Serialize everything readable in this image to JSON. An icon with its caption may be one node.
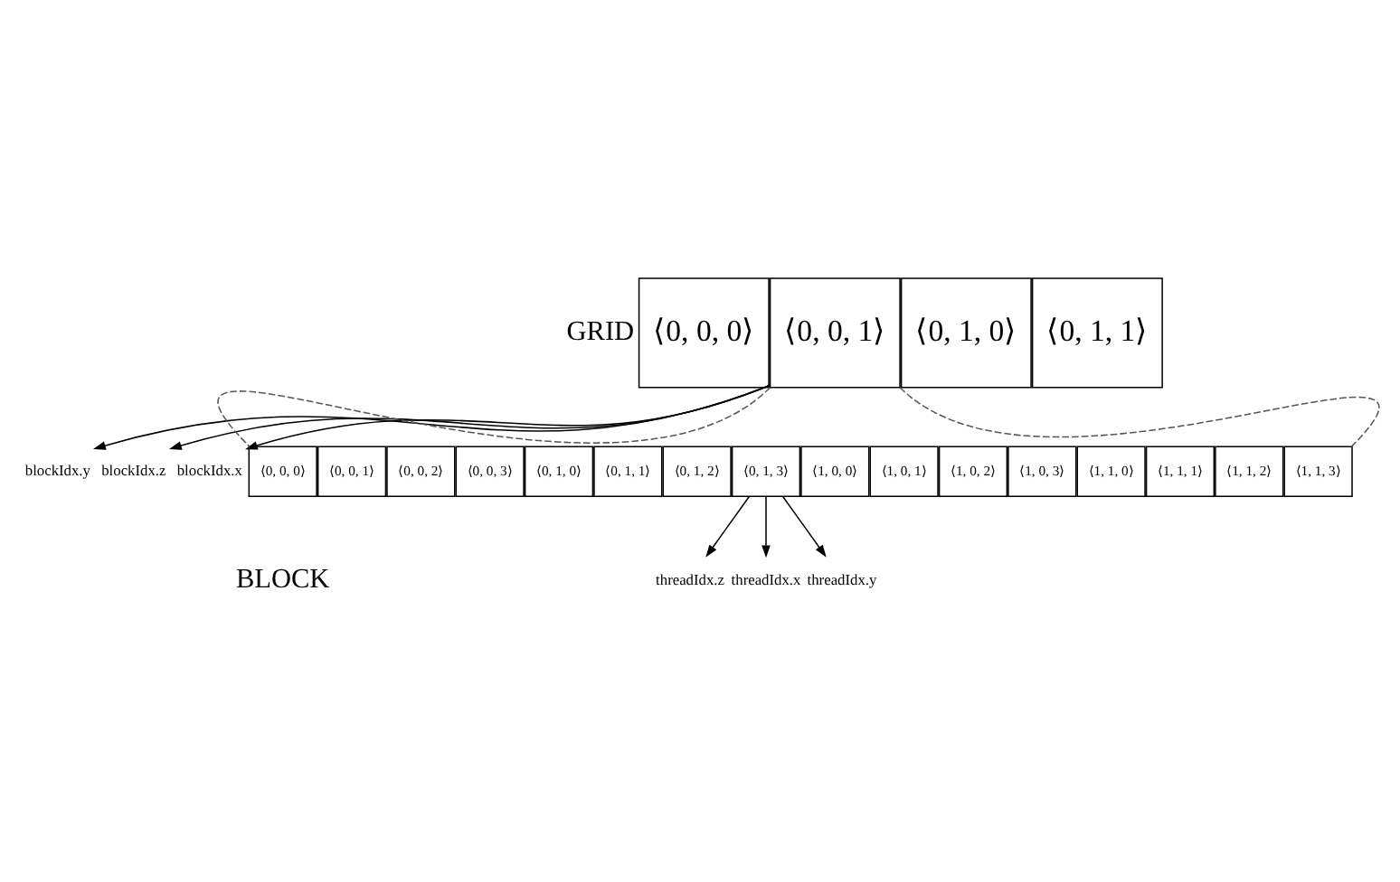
{
  "diagram": {
    "nodes": [
      {
        "text": [
          "blockIdx.y"
        ]
      },
      {
        "text": [
          "blockIdx.z"
        ]
      },
      {
        "text": [
          "blockIdx.x"
        ]
      },
      {
        "text": [
          "⟨0, 0, 0⟩"
        ]
      },
      {
        "text": [
          "⟨0, 0, 1⟩"
        ]
      },
      {
        "text": [
          "⟨0, 1, 0⟩"
        ]
      },
      {
        "text": [
          "⟨0, 1, 1⟩"
        ]
      },
      {
        "text": [
          "⟨0, 0, 0⟩"
        ]
      },
      {
        "text": [
          "⟨0, 0, 1⟩"
        ]
      },
      {
        "text": [
          "⟨0, 0, 2⟩"
        ]
      },
      {
        "text": [
          "⟨0, 0, 3⟩"
        ]
      },
      {
        "text": [
          "⟨0, 1, 0⟩"
        ]
      },
      {
        "text": [
          "⟨0, 1, 1⟩"
        ]
      },
      {
        "text": [
          "⟨0, 1, 2⟩"
        ]
      },
      {
        "text": [
          "⟨0, 1, 3⟩"
        ]
      },
      {
        "text": [
          "⟨1, 0, 0⟩"
        ]
      },
      {
        "text": [
          "⟨1, 0, 1⟩"
        ]
      },
      {
        "text": [
          "⟨1, 0, 2⟩"
        ]
      },
      {
        "text": [
          "⟨1, 0, 3⟩"
        ]
      },
      {
        "text": [
          "⟨1, 1, 0⟩"
        ]
      },
      {
        "text": [
          "⟨1, 1, 1⟩"
        ]
      },
      {
        "text": [
          "⟨1, 1, 2⟩"
        ]
      },
      {
        "text": [
          "⟨1, 1, 3⟩"
        ]
      },
      {
        "text": [
          "threadIdx.z"
        ]
      },
      {
        "text": [
          "threadIdx.x"
        ]
      },
      {
        "text": [
          "threadIdx.y"
        ]
      }
    ],
    "edges": [
      {
        "from": 4,
        "to": 1,
        "arrow": "to"
      },
      {
        "from": 4,
        "to": 0,
        "arrow": "to"
      },
      {
        "from": 4,
        "to": 2,
        "arrow": "to"
      },
      {
        "from": 4,
        "to": 7,
        "arrow": "none",
        "style": "dashed",
        "color": "#555555"
      },
      {
        "from": 4,
        "to": 22,
        "arrow": "none",
        "style": "dashed",
        "color": "#555555"
      },
      {
        "from": 14,
        "to": 23,
        "arrow": "to"
      },
      {
        "from": 14,
        "to": 25,
        "arrow": "to"
      },
      {
        "from": 14,
        "to": 24,
        "arrow": "to"
      }
    ],
    "labels": [
      "GRID",
      "BLOCK"
    ]
  }
}
